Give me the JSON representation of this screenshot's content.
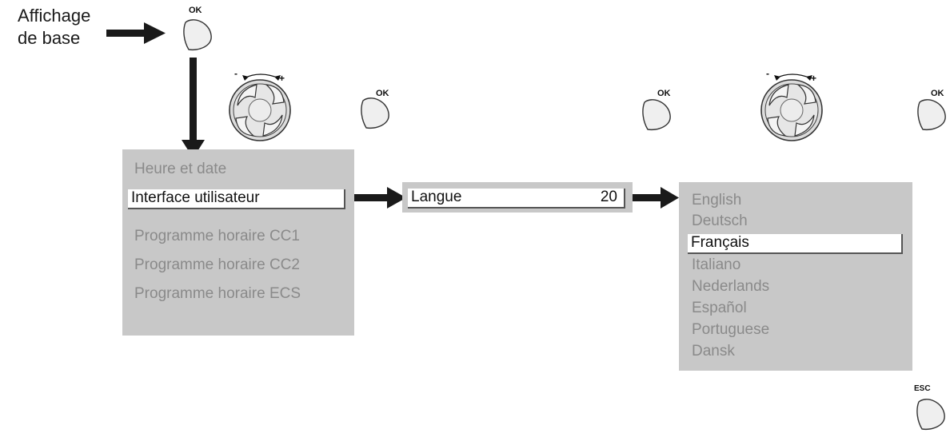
{
  "start": {
    "line1": "Affichage",
    "line2": "de base"
  },
  "buttons": {
    "ok": "OK",
    "esc": "ESC"
  },
  "knob": {
    "minus": "-",
    "plus": "+"
  },
  "menu1": {
    "items": [
      "Heure et date",
      "Interface utilisateur",
      "Programme horaire CC1",
      "Programme horaire CC2",
      "Programme horaire ECS"
    ],
    "selected_index": 1
  },
  "menu2": {
    "item_label": "Langue",
    "item_value": "20"
  },
  "menu3": {
    "items": [
      "English",
      "Deutsch",
      "Français",
      "Italiano",
      "Nederlands",
      "Español",
      "Portuguese",
      "Dansk"
    ],
    "selected_index": 2
  },
  "colors": {
    "panel": "#c8c8c8",
    "arrow": "#1a1a1a",
    "muted_text": "#8a8a8a"
  }
}
